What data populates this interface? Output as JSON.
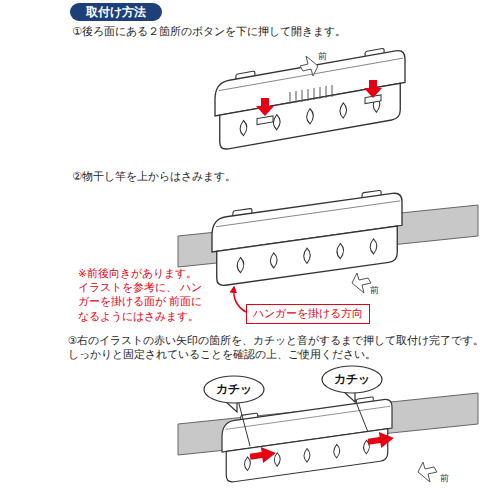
{
  "diagram": {
    "title": "取付け方法",
    "nodes": [
      {
        "text": [
          "ハンガーを掛ける方向"
        ]
      },
      {
        "text": [
          "カチッ"
        ]
      },
      {
        "text": [
          "カチッ"
        ]
      }
    ],
    "labels": [
      "①後ろ面にある２箇所のボタンを下に押して開きます。",
      "前",
      "②物干し竿を上からはさみます。",
      "※前後向きがあります。 イラストを参考に、 ハンガーを掛ける面が 前面になるようにはさみます。",
      "前",
      "③右のイラストの赤い矢印の箇所を、カチッと音がするまで押して取付け完了です。 しっかりと固定されていることを確認の上、ご使用ください。",
      "前"
    ]
  }
}
